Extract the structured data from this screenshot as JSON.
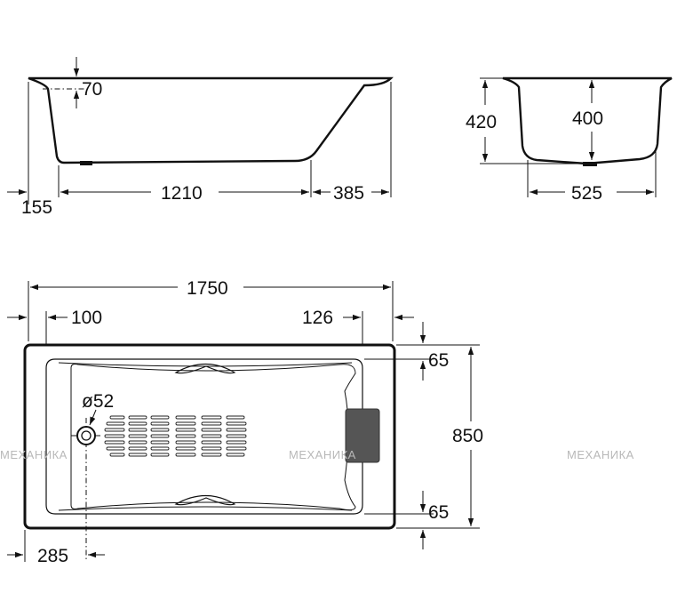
{
  "dimensions": {
    "side_rim_offset": "70",
    "side_left": "155",
    "side_bottom": "1210",
    "side_right": "385",
    "end_total_height": "420",
    "end_inner_depth": "400",
    "end_bottom_width": "525",
    "plan_total_length": "1750",
    "plan_left_inset": "100",
    "plan_right_inset": "126",
    "plan_top_rim": "65",
    "plan_total_width": "850",
    "plan_drain_diameter": "ø52",
    "plan_bottom_rim": "65",
    "plan_drain_offset": "285"
  },
  "watermarks": [
    "МЕХАНИКА",
    "МЕХАНИКА",
    "МЕХАНИКА"
  ],
  "colors": {
    "line": "#111111",
    "background": "#ffffff",
    "headrest": "#555555",
    "watermark": "#b8b8b8"
  }
}
